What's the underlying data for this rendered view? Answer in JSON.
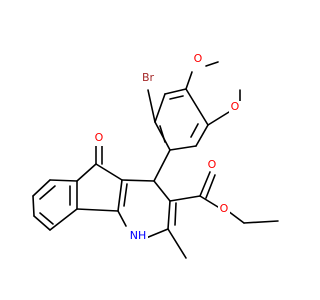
{
  "structure": {
    "atoms": {
      "br": {
        "label": "Br",
        "color": "#a52a2a"
      },
      "o_methoxy_1": {
        "label": "O",
        "color": "#ff0000"
      },
      "o_methoxy_2": {
        "label": "O",
        "color": "#ff0000"
      },
      "o_ketone": {
        "label": "O",
        "color": "#ff0000"
      },
      "o_ester_carbonyl": {
        "label": "O",
        "color": "#ff0000"
      },
      "o_ester_ether": {
        "label": "O",
        "color": "#ff0000"
      },
      "nh": {
        "label": "NH",
        "color": "#0000ff"
      },
      "h_of_nh": {
        "label": "H",
        "color": "#0000ff"
      },
      "n_of_nh": {
        "label": "N",
        "color": "#0000ff"
      }
    }
  }
}
